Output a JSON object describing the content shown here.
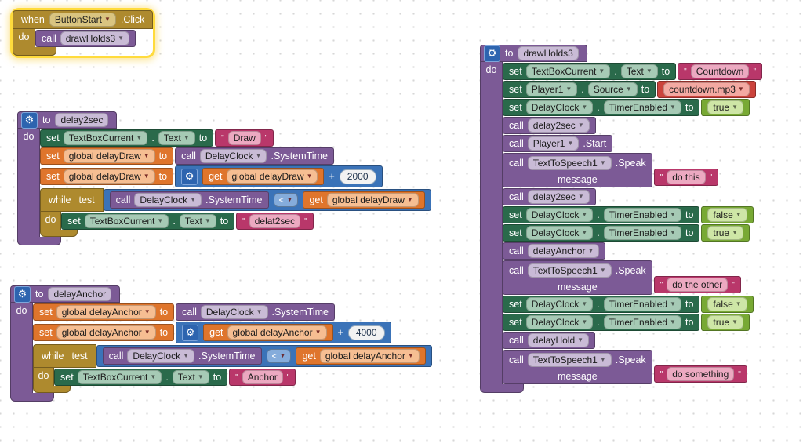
{
  "palette": {
    "event_gold": "#AE8A2E",
    "gold_chip": "#D9C480",
    "selection_glow": "#FFDB3C",
    "procedure_purple": "#7C5A96",
    "purple_chip": "#C9BBD6",
    "component_green": "#2A6A4B",
    "green_chip": "#A6CAB5",
    "variable_orange": "#DF752C",
    "orange_chip": "#F6BE92",
    "math_blue": "#3B73B8",
    "blue_chip": "#85ACDB",
    "text_crimson": "#B9376A",
    "crimson_chip": "#ECA9C1",
    "dropdown_red": "#CB433C",
    "red_chip": "#F3A9A2",
    "logic_green": "#78A934",
    "logic_chip": "#CEE6A6"
  },
  "labels": {
    "when": "when",
    "do": "do",
    "to": "to",
    "set": "set",
    "call": "call",
    "get": "get",
    "while": "while",
    "test": "test",
    "message": "message",
    "plus": "+",
    "dot": ".",
    "quote": "\"",
    "gear": "⚙"
  },
  "event_stack": {
    "component": "ButtonStart",
    "event_suffix": ".Click",
    "call_name": "drawHolds3"
  },
  "delay2sec": {
    "name": "delay2sec",
    "set_text": {
      "component": "TextBoxCurrent",
      "prop": "Text",
      "value": "Draw"
    },
    "set_var_time": {
      "var": "global delayDraw",
      "component": "DelayClock",
      "method": ".SystemTime"
    },
    "set_var_add": {
      "var": "global delayDraw",
      "get_var": "global delayDraw",
      "number": "2000"
    },
    "while": {
      "component": "DelayClock",
      "method": ".SystemTime",
      "op": "<",
      "get_var": "global delayDraw"
    },
    "while_body": {
      "component": "TextBoxCurrent",
      "prop": "Text",
      "value": "delat2sec"
    }
  },
  "delayAnchor": {
    "name": "delayAnchor",
    "set_var_time": {
      "var": "global delayAnchor",
      "component": "DelayClock",
      "method": ".SystemTime"
    },
    "set_var_add": {
      "var": "global delayAnchor",
      "get_var": "global delayAnchor",
      "number": "4000"
    },
    "while": {
      "component": "DelayClock",
      "method": ".SystemTime",
      "op": "<",
      "get_var": "global delayAnchor"
    },
    "while_body": {
      "component": "TextBoxCurrent",
      "prop": "Text",
      "value": "Anchor"
    }
  },
  "drawHolds3": {
    "name": "drawHolds3",
    "rows": [
      {
        "type": "set_text",
        "component": "TextBoxCurrent",
        "prop": "Text",
        "value": "Countdown"
      },
      {
        "type": "set_dropdown",
        "component": "Player1",
        "prop": "Source",
        "value": "countdown.mp3"
      },
      {
        "type": "set_bool",
        "component": "DelayClock",
        "prop": "TimerEnabled",
        "value": "true"
      },
      {
        "type": "call",
        "name": "delay2sec"
      },
      {
        "type": "call_method",
        "component": "Player1",
        "method": ".Start"
      },
      {
        "type": "speak",
        "component": "TextToSpeech1",
        "method": ".Speak",
        "message": "do this"
      },
      {
        "type": "call",
        "name": "delay2sec"
      },
      {
        "type": "set_bool",
        "component": "DelayClock",
        "prop": "TimerEnabled",
        "value": "false"
      },
      {
        "type": "set_bool",
        "component": "DelayClock",
        "prop": "TimerEnabled",
        "value": "true"
      },
      {
        "type": "call",
        "name": "delayAnchor"
      },
      {
        "type": "speak",
        "component": "TextToSpeech1",
        "method": ".Speak",
        "message": "do the other"
      },
      {
        "type": "set_bool",
        "component": "DelayClock",
        "prop": "TimerEnabled",
        "value": "false"
      },
      {
        "type": "set_bool",
        "component": "DelayClock",
        "prop": "TimerEnabled",
        "value": "true"
      },
      {
        "type": "call",
        "name": "delayHold"
      },
      {
        "type": "speak",
        "component": "TextToSpeech1",
        "method": ".Speak",
        "message": "do something"
      }
    ]
  }
}
